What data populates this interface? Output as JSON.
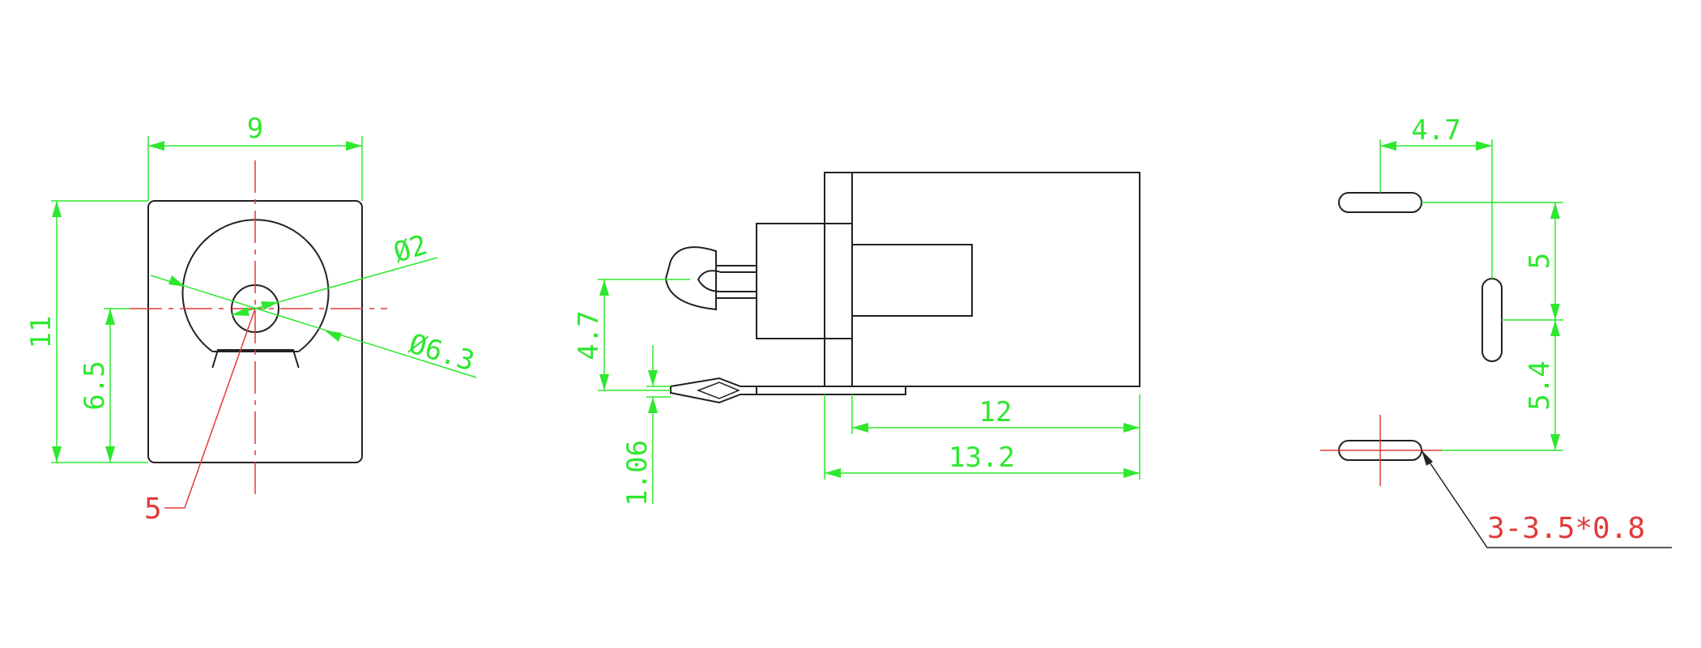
{
  "colors": {
    "outline": "#222222",
    "dimension": "#2ee82e",
    "centerline": "#e03a3a",
    "background": "#ffffff"
  },
  "front_view": {
    "width_label": "9",
    "height_label": "11",
    "pin_height_label": "6.5",
    "inner_dia_label": "Ø2",
    "outer_dia_label": "Ø6.3",
    "callout_label": "5"
  },
  "side_view": {
    "pin_offset_label": "4.7",
    "pin_thickness_label": "1.06",
    "body_length_label": "12",
    "total_length_label": "13.2"
  },
  "footprint_view": {
    "horizontal_spacing_label": "4.7",
    "vertical_spacing_top_label": "5",
    "vertical_spacing_bottom_label": "5.4",
    "slot_note_label": "3-3.5*0.8"
  }
}
